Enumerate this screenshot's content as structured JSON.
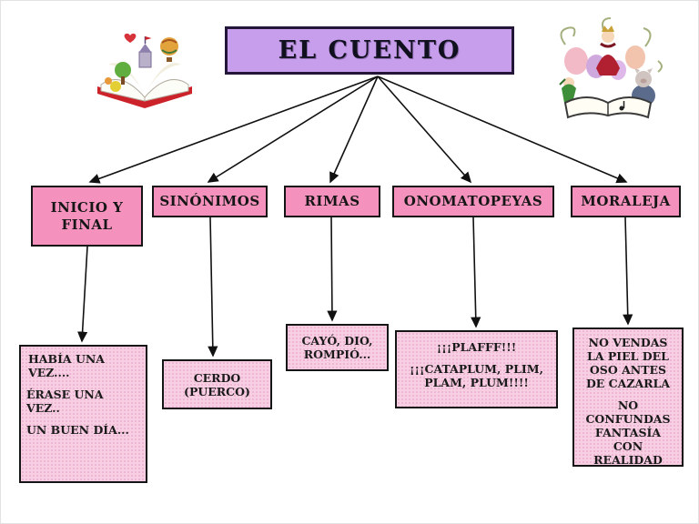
{
  "slide": {
    "background": "#ffffff"
  },
  "title": {
    "label": "EL CUENTO"
  },
  "colors": {
    "title_bg": "#c79eeb",
    "category_bg": "#f492bd",
    "detail_bg": "#f8cfe2",
    "detail_dots": "#e9aed0",
    "border": "#151515",
    "connector": "#111111"
  },
  "images": {
    "left": "open-storybook-with-fairytale-elements",
    "right": "storybook-characters-and-balloons"
  },
  "branches": [
    {
      "label": "INICIO Y FINAL",
      "detail_lines": [
        "HABÍA UNA VEZ....",
        "ÉRASE UNA VEZ..",
        "UN BUEN DÍA..."
      ]
    },
    {
      "label": "SINÓNIMOS",
      "detail_lines": [
        "CERDO (PUERCO)"
      ]
    },
    {
      "label": "RIMAS",
      "detail_lines": [
        "CAYÓ, DIO, ROMPIÓ..."
      ]
    },
    {
      "label": "ONOMATOPEYAS",
      "detail_lines": [
        "¡¡¡PLAFFF!!!",
        "¡¡¡CATAPLUM, PLIM, PLAM, PLUM!!!!"
      ]
    },
    {
      "label": "MORALEJA",
      "detail_lines": [
        "NO VENDAS LA PIEL DEL OSO ANTES DE CAZARLA",
        "NO CONFUNDAS FANTASÍA CON REALIDAD"
      ]
    }
  ]
}
